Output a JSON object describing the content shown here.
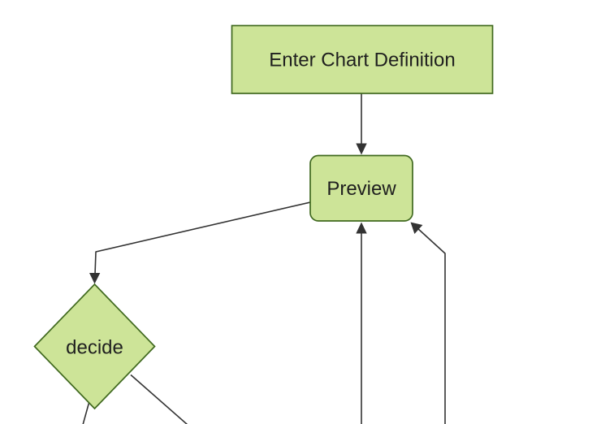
{
  "diagram": {
    "kind": "flowchart",
    "direction": "top-down",
    "colors": {
      "background": "#ffffff",
      "node-fill": "#cde498",
      "node-border": "#40691f",
      "edge": "#333333",
      "text": "#1f1f1f"
    },
    "nodes": [
      {
        "id": "enter-chart-definition",
        "label": "Enter Chart Definition",
        "shape": "rectangle"
      },
      {
        "id": "preview",
        "label": "Preview",
        "shape": "rounded-rectangle"
      },
      {
        "id": "decide",
        "label": "decide",
        "shape": "diamond"
      }
    ],
    "edges": [
      {
        "from": "enter-chart-definition",
        "to": "preview",
        "arrow": true
      },
      {
        "from": "preview",
        "to": "decide",
        "arrow": true
      },
      {
        "from": "decide",
        "to": "offscreen-bottom-left",
        "arrow": false
      },
      {
        "from": "decide",
        "to": "offscreen-bottom-right",
        "arrow": false
      },
      {
        "from": "offscreen-bottom-center",
        "to": "preview",
        "arrow": true
      },
      {
        "from": "offscreen-bottom-right",
        "to": "preview",
        "arrow": true
      }
    ]
  }
}
